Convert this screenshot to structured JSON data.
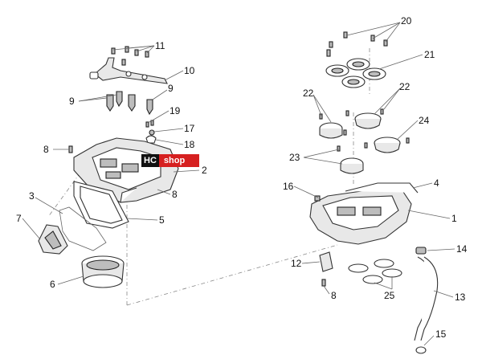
{
  "logo": {
    "brand": "HC",
    "label": "shop",
    "colors": {
      "brand_bg": "#111111",
      "label_bg": "#d62020"
    }
  },
  "callouts": [
    {
      "id": "c1",
      "text": "1"
    },
    {
      "id": "c2",
      "text": "2"
    },
    {
      "id": "c3",
      "text": "3"
    },
    {
      "id": "c4",
      "text": "4"
    },
    {
      "id": "c5",
      "text": "5"
    },
    {
      "id": "c6",
      "text": "6"
    },
    {
      "id": "c7",
      "text": "7"
    },
    {
      "id": "c8a",
      "text": "8"
    },
    {
      "id": "c8b",
      "text": "8"
    },
    {
      "id": "c8c",
      "text": "8"
    },
    {
      "id": "c9a",
      "text": "9"
    },
    {
      "id": "c9b",
      "text": "9"
    },
    {
      "id": "c10",
      "text": "10"
    },
    {
      "id": "c11",
      "text": "11"
    },
    {
      "id": "c12",
      "text": "12"
    },
    {
      "id": "c13",
      "text": "13"
    },
    {
      "id": "c14",
      "text": "14"
    },
    {
      "id": "c15",
      "text": "15"
    },
    {
      "id": "c16",
      "text": "16"
    },
    {
      "id": "c17",
      "text": "17"
    },
    {
      "id": "c18",
      "text": "18"
    },
    {
      "id": "c19",
      "text": "19"
    },
    {
      "id": "c20",
      "text": "20"
    },
    {
      "id": "c21",
      "text": "21"
    },
    {
      "id": "c22a",
      "text": "22"
    },
    {
      "id": "c22b",
      "text": "22"
    },
    {
      "id": "c23",
      "text": "23"
    },
    {
      "id": "c24",
      "text": "24"
    },
    {
      "id": "c25",
      "text": "25"
    }
  ]
}
